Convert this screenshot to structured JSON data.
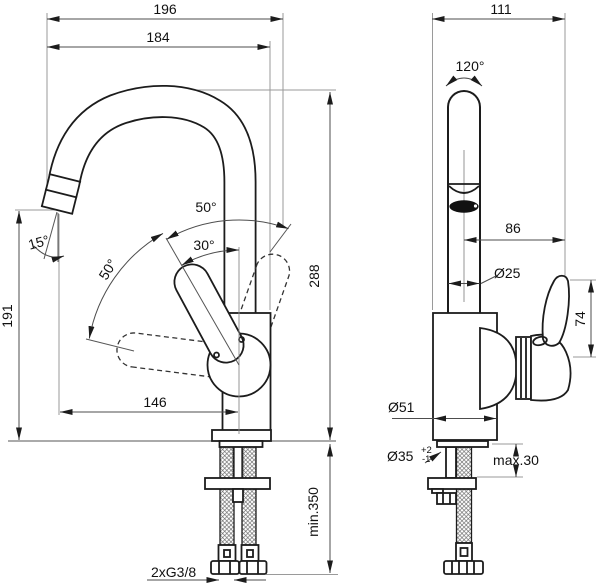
{
  "drawing_title": "single-lever-faucet-dimension-drawing",
  "colors": {
    "background": "#ffffff",
    "outline": "#1c1c1c",
    "dimension_line": "#4d4d4d",
    "extension_line": "#9a9a9a",
    "text": "#111111"
  },
  "front_view": {
    "overall_width": "196",
    "spout_width": "184",
    "swivel_angle_right": "50°",
    "lever_opening_angle": "30°",
    "lever_swing_angle": "50°",
    "outlet_angle": "15°",
    "outlet_height": "191",
    "spout_reach": "146",
    "overall_height": "288",
    "hose_min_length": "min.350",
    "connection_thread": "2xG3/8"
  },
  "side_view": {
    "overall_depth": "111",
    "spout_swivel_range": "120°",
    "lever_reach": "86",
    "spout_diameter": "Ø25",
    "lever_height": "74",
    "base_diameter": "Ø51",
    "hole_diameter": "Ø35",
    "hole_tolerance_plus": "+2",
    "hole_tolerance_minus": "-1",
    "max_deck_thickness": "max.30"
  }
}
